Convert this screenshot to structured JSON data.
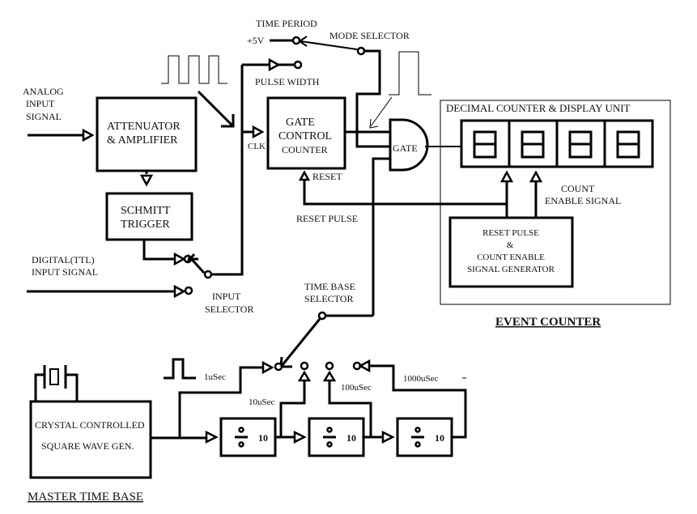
{
  "diagram": {
    "blocks": {
      "attenuator": [
        "ATTENUATOR",
        "& AMPLIFIER"
      ],
      "schmitt": [
        "SCHMITT",
        "TRIGGER"
      ],
      "gate_control": [
        "GATE",
        "CONTROL",
        "COUNTER"
      ],
      "gate": "GATE",
      "display_unit": "DECIMAL COUNTER & DISPLAY UNIT",
      "reset_gen": [
        "RESET PULSE",
        "&",
        "COUNT ENABLE",
        "SIGNAL GENERATOR"
      ],
      "crystal": [
        "CRYSTAL CONTROLLED",
        "SQUARE WAVE GEN."
      ],
      "divider_label": "10"
    },
    "labels": {
      "analog_input": [
        "ANALOG",
        "INPUT",
        "SIGNAL"
      ],
      "digital_input": [
        "DIGITAL(TTL)",
        "INPUT SIGNAL"
      ],
      "input_selector": [
        "INPUT",
        "SELECTOR"
      ],
      "time_period": "TIME PERIOD",
      "plus5v": "+5V",
      "mode_selector": "MODE SELECTOR",
      "pulse_width": "PULSE WIDTH",
      "clk": "CLK",
      "reset": "RESET",
      "reset_pulse": "RESET PULSE",
      "count_enable": [
        "COUNT",
        "ENABLE SIGNAL"
      ],
      "time_base_selector": [
        "TIME BASE",
        "SELECTOR"
      ],
      "t1": "1uSec",
      "t10": "10uSec",
      "t100": "100uSec",
      "t1000": "1000uSec"
    },
    "section_titles": {
      "event_counter": "EVENT COUNTER",
      "master_time_base": "MASTER TIME BASE"
    },
    "display_digits": 4,
    "divider_count": 3
  }
}
